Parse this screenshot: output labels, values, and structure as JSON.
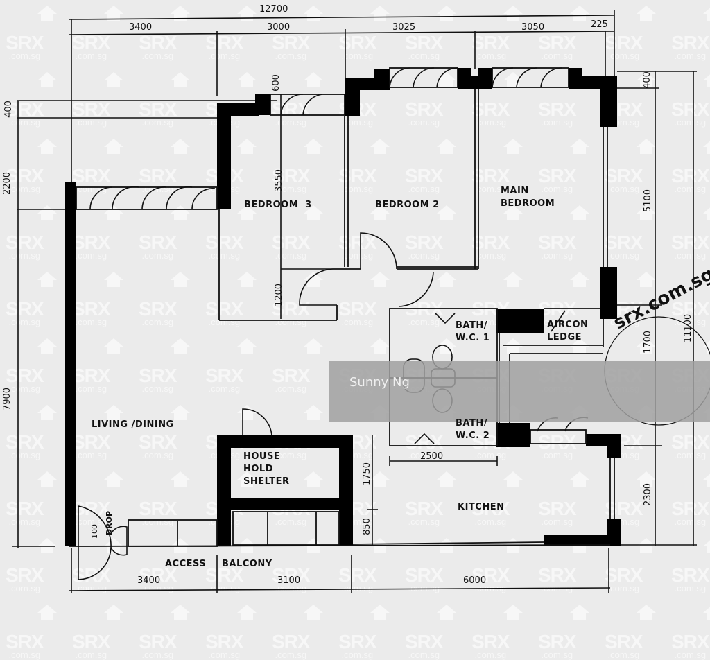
{
  "colors": {
    "background": "#ebebeb",
    "wall": "#000000",
    "line": "#111111",
    "watermark": "#f7f7f7",
    "banner": "#a0a0a0"
  },
  "watermark": {
    "brand": "SRX",
    "domain": ".com.sg",
    "icon": "house-icon"
  },
  "stamp": {
    "text": "srx.com.sg"
  },
  "banner": {
    "agent_name": "Sunny Ng"
  },
  "rooms": {
    "bedroom3": "BEDROOM  3",
    "bedroom2": "BEDROOM 2",
    "main_bedroom": "MAIN\nBEDROOM",
    "bath_wc1": "BATH/\nW.C. 1",
    "bath_wc2": "BATH/\nW.C. 2",
    "aircon_ledge": "AIRCON\nLEDGE",
    "living_dining": "LIVING /DINING",
    "household_shelter": "HOUSE\nHOLD\nSHELTER",
    "kitchen": "KITCHEN",
    "access_balcony_1": "ACCESS",
    "access_balcony_2": "BALCONY",
    "refuse_drop_a": "100",
    "refuse_drop_b": "DROP"
  },
  "dimensions": {
    "top_total": "12700",
    "top_segments": [
      "3400",
      "3000",
      "3025",
      "3050",
      "225"
    ],
    "bottom_segments": [
      "3400",
      "3100",
      "6000"
    ],
    "left": [
      "400",
      "2200",
      "7900"
    ],
    "right_inner": [
      "400",
      "5100",
      "1700",
      "2300"
    ],
    "right_outer": "11100",
    "interior": {
      "bedroom3_depth": "3550",
      "corridor": "1200",
      "top_offset": "600",
      "bath_width": "2500",
      "shelter_depth": "1750",
      "shelter_bottom": "850"
    }
  }
}
